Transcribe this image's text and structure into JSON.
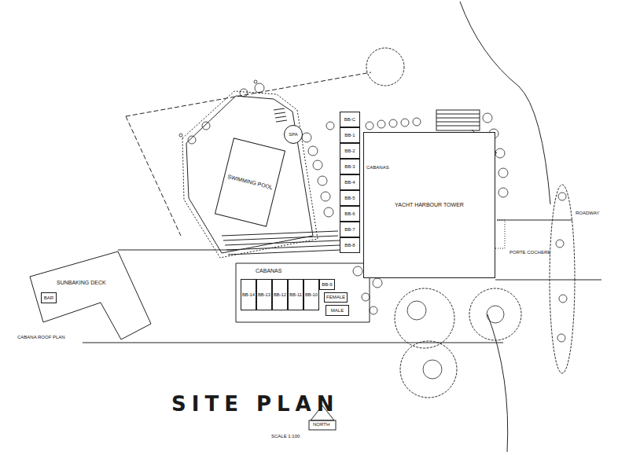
{
  "diagram": {
    "title": "SITE PLAN",
    "nodes": [
      {
        "text": [
          "SPA"
        ]
      },
      {
        "text": [
          "SWIMMING POOL"
        ]
      },
      {
        "text": [
          "BB-C"
        ]
      },
      {
        "text": [
          "BB-1"
        ]
      },
      {
        "text": [
          "BB-2"
        ]
      },
      {
        "text": [
          "BB-3"
        ]
      },
      {
        "text": [
          "BB-4"
        ]
      },
      {
        "text": [
          "BB-5"
        ]
      },
      {
        "text": [
          "BB-6"
        ]
      },
      {
        "text": [
          "BB-7"
        ]
      },
      {
        "text": [
          "BB-8"
        ]
      },
      {
        "text": [
          "YACHT HARBOUR TOWER"
        ]
      },
      {
        "text": [
          "BB-14"
        ]
      },
      {
        "text": [
          "BB-13"
        ]
      },
      {
        "text": [
          "BB-12"
        ]
      },
      {
        "text": [
          "BB-11"
        ]
      },
      {
        "text": [
          "BB-10"
        ]
      },
      {
        "text": [
          "BB-9"
        ]
      },
      {
        "text": [
          "FEMALE"
        ]
      },
      {
        "text": [
          "MALE"
        ]
      },
      {
        "text": [
          "BAR"
        ]
      }
    ],
    "labels": [
      "CABANAS",
      "CABANAS",
      "SUNBAKING DECK",
      "CABANA ROOF PLAN",
      "ROADWAY",
      "PORTE COCHERE",
      "SCALE 1:100",
      "NORTH"
    ]
  }
}
